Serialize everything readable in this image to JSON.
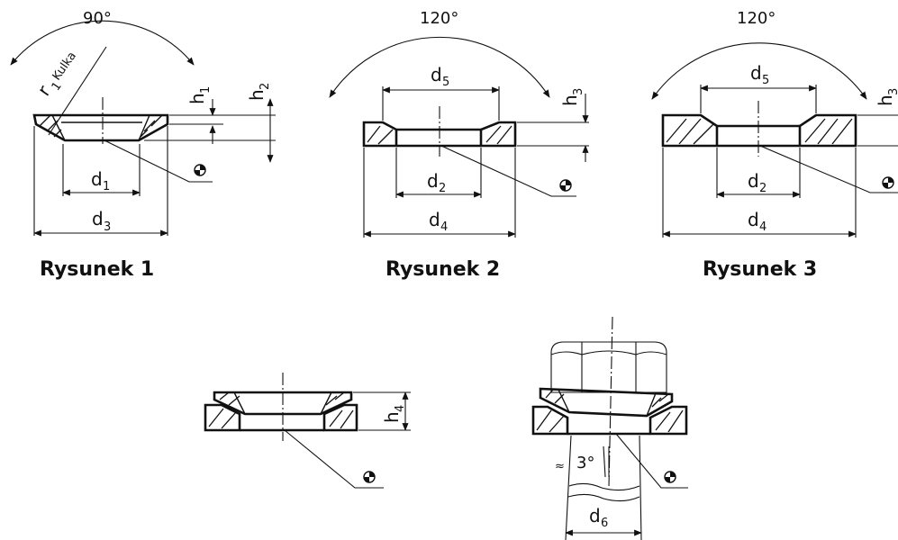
{
  "figures": {
    "fig1": {
      "caption": "Rysunek 1",
      "angle": "90°",
      "radius_label": "r",
      "radius_sub": "1",
      "radius_text": "Kulka",
      "dims": {
        "d1": {
          "base": "d",
          "sub": "1"
        },
        "d3": {
          "base": "d",
          "sub": "3"
        },
        "h1": {
          "base": "h",
          "sub": "1"
        },
        "h2": {
          "base": "h",
          "sub": "2"
        }
      }
    },
    "fig2": {
      "caption": "Rysunek 2",
      "angle": "120°",
      "dims": {
        "d5": {
          "base": "d",
          "sub": "5"
        },
        "d2": {
          "base": "d",
          "sub": "2"
        },
        "d4": {
          "base": "d",
          "sub": "4"
        },
        "h3": {
          "base": "h",
          "sub": "3"
        }
      }
    },
    "fig3": {
      "caption": "Rysunek 3",
      "angle": "120°",
      "dims": {
        "d5": {
          "base": "d",
          "sub": "5"
        },
        "d2": {
          "base": "d",
          "sub": "2"
        },
        "d4": {
          "base": "d",
          "sub": "4"
        },
        "h3": {
          "base": "h",
          "sub": "3"
        }
      }
    },
    "fig4": {
      "dims": {
        "h4": {
          "base": "h",
          "sub": "4"
        }
      }
    },
    "fig5": {
      "angle": "3°",
      "approx": "≈",
      "dims": {
        "d6": {
          "base": "d",
          "sub": "6"
        }
      }
    }
  },
  "symbols": [
    "surface-marker-icon"
  ]
}
